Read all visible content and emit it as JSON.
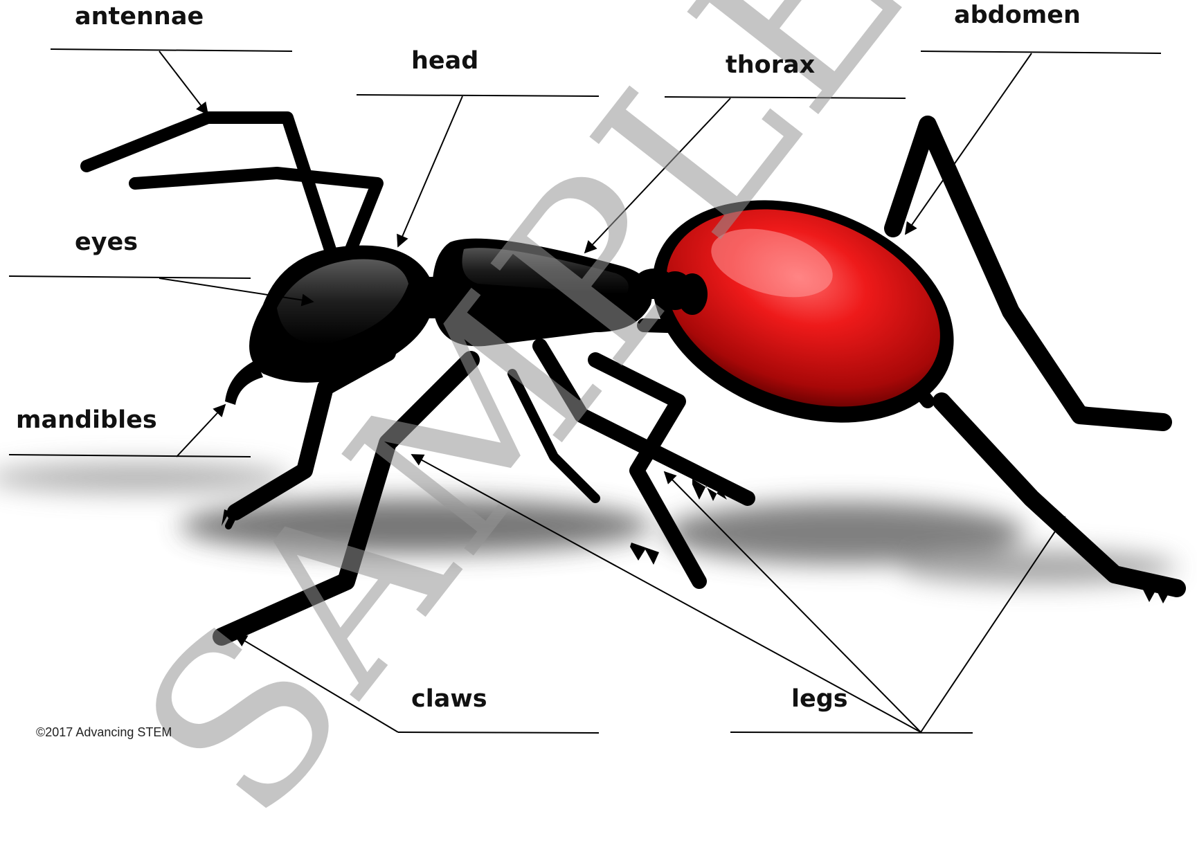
{
  "labels": {
    "antennae": "antennae",
    "head": "head",
    "thorax": "thorax",
    "abdomen": "abdomen",
    "eyes": "eyes",
    "mandibles": "mandibles",
    "claws": "claws",
    "legs": "legs"
  },
  "watermark": "SAMPLE",
  "footer": "©2017 Advancing STEM",
  "colors": {
    "body": "#111111",
    "abdomen": "#d41212",
    "shadow": "#555555",
    "watermark": "#999999"
  }
}
